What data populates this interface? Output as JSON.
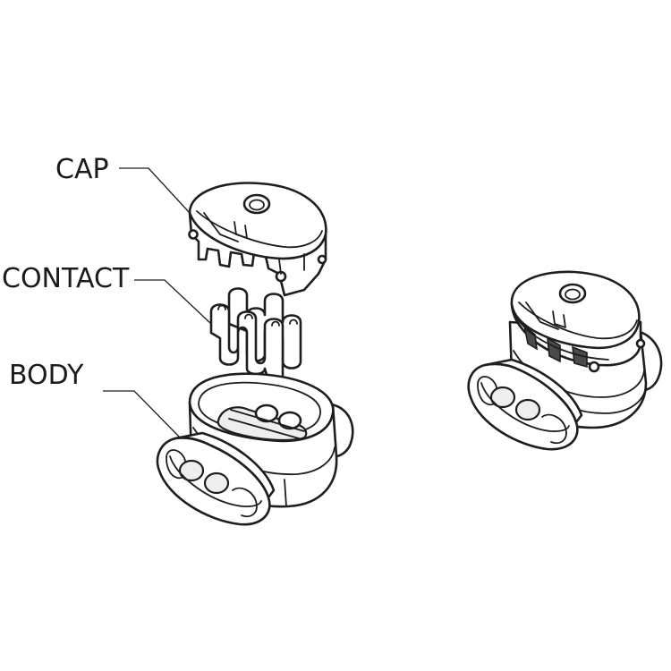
{
  "labels": {
    "cap": "CAP",
    "contact": "CONTACT",
    "body": "BODY"
  },
  "colors": {
    "line": "#1e1e1e",
    "fill": "#ffffff",
    "text": "#1b1b1b"
  }
}
